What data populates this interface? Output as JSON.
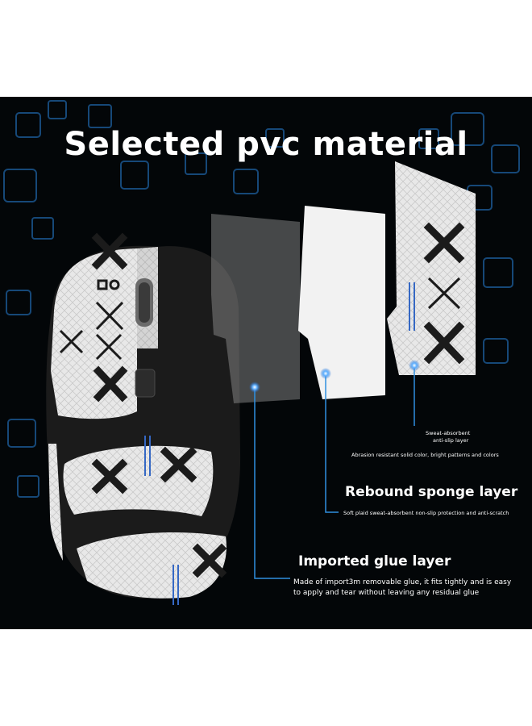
{
  "headline": "Selected pvc material",
  "layers": {
    "pvc": {
      "title_line1": "Sweat-absorbent",
      "title_line2": "anti-slip layer",
      "desc": "Abrasion resistant solid color, bright patterns and colors"
    },
    "sponge": {
      "title": "Rebound sponge layer",
      "desc": "Soft plaid sweat-absorbent non-slip protection and anti-scratch"
    },
    "glue": {
      "title": "Imported glue layer",
      "desc": "Made of import3m removable glue, it fits tightly and is easy to apply and tear without leaving any residual glue"
    }
  },
  "colors": {
    "background": "#030608",
    "accent": "#2f8fe0",
    "grip": "#e6e6e6",
    "mouse_body": "#1b1b1b"
  }
}
